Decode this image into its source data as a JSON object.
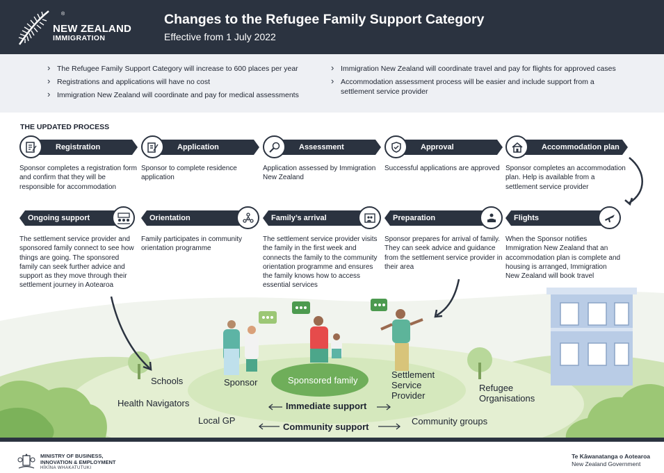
{
  "header": {
    "logo_line1": "NEW ZEALAND",
    "logo_line2": "IMMIGRATION",
    "title": "Changes to the Refugee Family Support Category",
    "subtitle": "Effective from 1 July 2022"
  },
  "intro": {
    "left": [
      "The Refugee Family Support Category will increase to 600 places per year",
      "Registrations and applications will have no cost",
      "Immigration New Zealand will coordinate and pay for medical assessments"
    ],
    "right": [
      "Immigration New Zealand will coordinate travel and pay for flights for approved cases",
      "Accommodation assessment process will be easier and include support from a settlement service provider"
    ]
  },
  "process_title": "THE UPDATED PROCESS",
  "steps_row1": [
    {
      "label": "Registration",
      "icon": "form-icon",
      "desc": "Sponsor completes a registration form and confirm that they will be responsible for accommodation"
    },
    {
      "label": "Application",
      "icon": "pen-document-icon",
      "desc": "Sponsor to complete residence application"
    },
    {
      "label": "Assessment",
      "icon": "magnifier-icon",
      "desc": "Application assessed by Immigration New Zealand"
    },
    {
      "label": "Approval",
      "icon": "shield-check-icon",
      "desc": "Successful applications are approved"
    },
    {
      "label": "Accommodation plan",
      "icon": "house-icon",
      "desc": "Sponsor completes an accommodation plan. Help is available from a settlement service provider"
    }
  ],
  "steps_row2": [
    {
      "label": "Ongoing support",
      "icon": "group-icon",
      "desc": "The settlement service provider and sponsored family connect to see how things are going. The sponsored family can seek further advice and support as they move through their settlement journey in Aotearoa"
    },
    {
      "label": "Orientation",
      "icon": "network-icon",
      "desc": "Family participates in community orientation programme"
    },
    {
      "label": "Family’s arrival",
      "icon": "family-frame-icon",
      "desc": "The settlement service provider visits the family in the first week and connects the family to the community orientation programme and ensures the family knows how to access essential services"
    },
    {
      "label": "Preparation",
      "icon": "person-laptop-icon",
      "desc": "Sponsor prepares for arrival of family. They can seek advice and guidance from the settlement service provider in their area"
    },
    {
      "label": "Flights",
      "icon": "plane-icon",
      "desc": "When the Sponsor notifies Immigration New Zealand that an accommodation plan is complete and housing is arranged, Immigration New Zealand will book travel"
    }
  ],
  "scene": {
    "schools": "Schools",
    "sponsor": "Sponsor",
    "sponsored_family": "Sponsored family",
    "settlement_provider": "Settlement Service Provider",
    "refugee_orgs": "Refugee Organisations",
    "health_navigators": "Health Navigators",
    "immediate_support": "Immediate support",
    "local_gp": "Local GP",
    "community_support": "Community support",
    "community_groups": "Community groups"
  },
  "footer": {
    "mbie_line1": "MINISTRY OF BUSINESS,",
    "mbie_line2": "INNOVATION & EMPLOYMENT",
    "mbie_line3": "HĪKĪNA WHAKATUTUKI",
    "govt_line1": "Te Kāwanatanga o Aotearoa",
    "govt_line2": "New Zealand Government"
  },
  "colors": {
    "navy": "#2b3340",
    "green_light": "#dfeec9",
    "green_mid": "#8bbf5a",
    "green_dark": "#4c9a4f",
    "sky": "#eef0f4"
  }
}
